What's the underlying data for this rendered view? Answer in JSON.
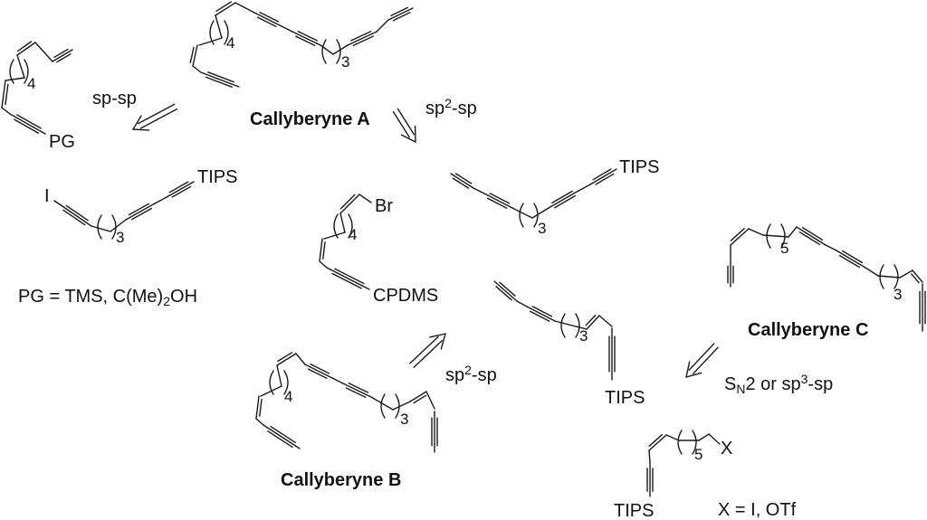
{
  "figure": {
    "background": "#ffffff",
    "line_color": "#1a1a1a",
    "targets": {
      "a": "Callyberyne A",
      "b": "Callyberyne B",
      "c": "Callyberyne C"
    },
    "disconnection_labels": {
      "sp_sp": "sp-sp",
      "sp2_sp": {
        "base": "sp",
        "sup": "2",
        "tail": "-sp"
      },
      "sn2": {
        "base": "S",
        "sub": "N",
        "mid": "2 or sp",
        "sup": "3",
        "tail": "-sp"
      }
    },
    "atom_labels": {
      "pg": "PG",
      "iodine": "I",
      "tips": "TIPS",
      "br": "Br",
      "cpdms": "CPDMS",
      "x": "X"
    },
    "repeat_counts": {
      "pg_fragment": "4",
      "cally_a_left": "4",
      "cally_a_right": "3",
      "iodo_diyne": "3",
      "bromo_enyne": "4",
      "triyne_tips": "3",
      "ene_diyne_tips": "3",
      "cally_b_left": "4",
      "cally_b_right": "3",
      "cally_c_left": "5",
      "cally_c_right": "3",
      "halide": "5"
    },
    "notes": {
      "pg": {
        "head": "PG = TMS, C(Me)",
        "sub": "2",
        "tail": "OH"
      },
      "x": "X = I, OTf"
    }
  }
}
